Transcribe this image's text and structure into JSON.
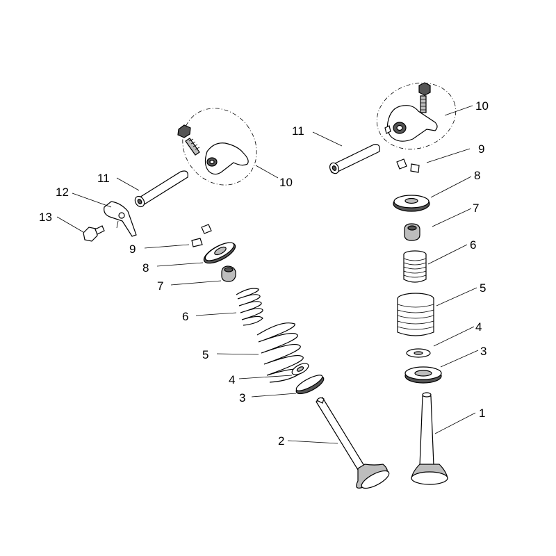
{
  "figure": {
    "labels_left": {
      "n11": "11",
      "n12": "12",
      "n13": "13",
      "n10": "10",
      "n9": "9",
      "n8": "8",
      "n7": "7",
      "n6": "6",
      "n5": "5",
      "n4": "4",
      "n3": "3",
      "n2": "2"
    },
    "labels_right": {
      "n11": "11",
      "n10": "10",
      "n9": "9",
      "n8": "8",
      "n7": "7",
      "n6": "6",
      "n5": "5",
      "n4": "4",
      "n3": "3",
      "n1": "1"
    }
  }
}
